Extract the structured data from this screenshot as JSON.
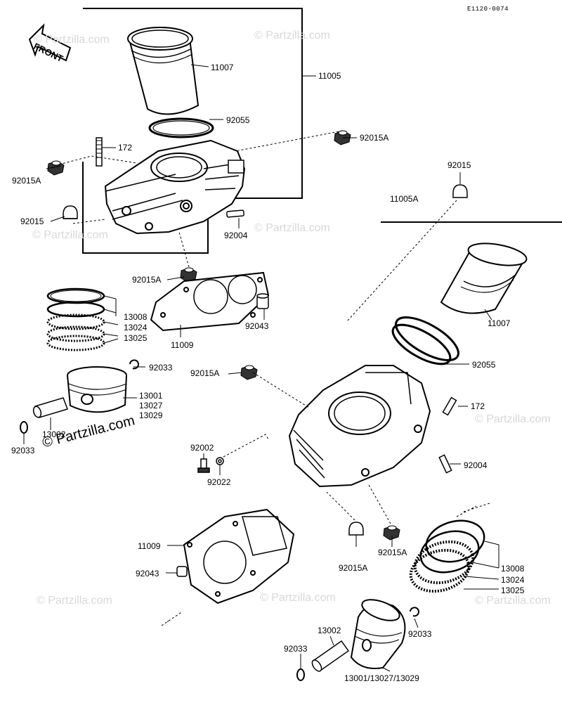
{
  "diagram_code": "E1120-0074",
  "front_label": "FRONT",
  "watermark": "© Partzilla.com",
  "watermark_main": "© Partzilla.com",
  "labels": {
    "l11007_top": "11007",
    "l11005": "11005",
    "l92055_top": "92055",
    "l172_top": "172",
    "l92015A_top_right": "92015A",
    "l92015A_left": "92015A",
    "l92015_left": "92015",
    "l92004_top": "92004",
    "l92015A_mid": "92015A",
    "l13008_left": "13008",
    "l13024_left": "13024",
    "l13025_left": "13025",
    "l11009_top": "11009",
    "l92043_top": "92043",
    "l92033_a": "92033",
    "l92015A_center": "92015A",
    "l13001_left": "13001",
    "l13027_left": "13027",
    "l13029_left": "13029",
    "l13002_left": "13002",
    "l92033_b": "92033",
    "l92002": "92002",
    "l92022": "92022",
    "l92015_right": "92015",
    "l11005A": "11005A",
    "l11007_right": "11007",
    "l92055_right": "92055",
    "l172_right": "172",
    "l92004_right": "92004",
    "l11009_bottom": "11009",
    "l92043_bottom": "92043",
    "l92015A_bottom_left": "92015A",
    "l92015A_bottom_right": "92015A",
    "l13008_right": "13008",
    "l13024_right": "13024",
    "l13025_right": "13025",
    "l13002_bottom": "13002",
    "l92033_bottom_right": "92033",
    "l92033_bottom_left": "92033",
    "l13001_bottom": "13001/13027/13029"
  }
}
